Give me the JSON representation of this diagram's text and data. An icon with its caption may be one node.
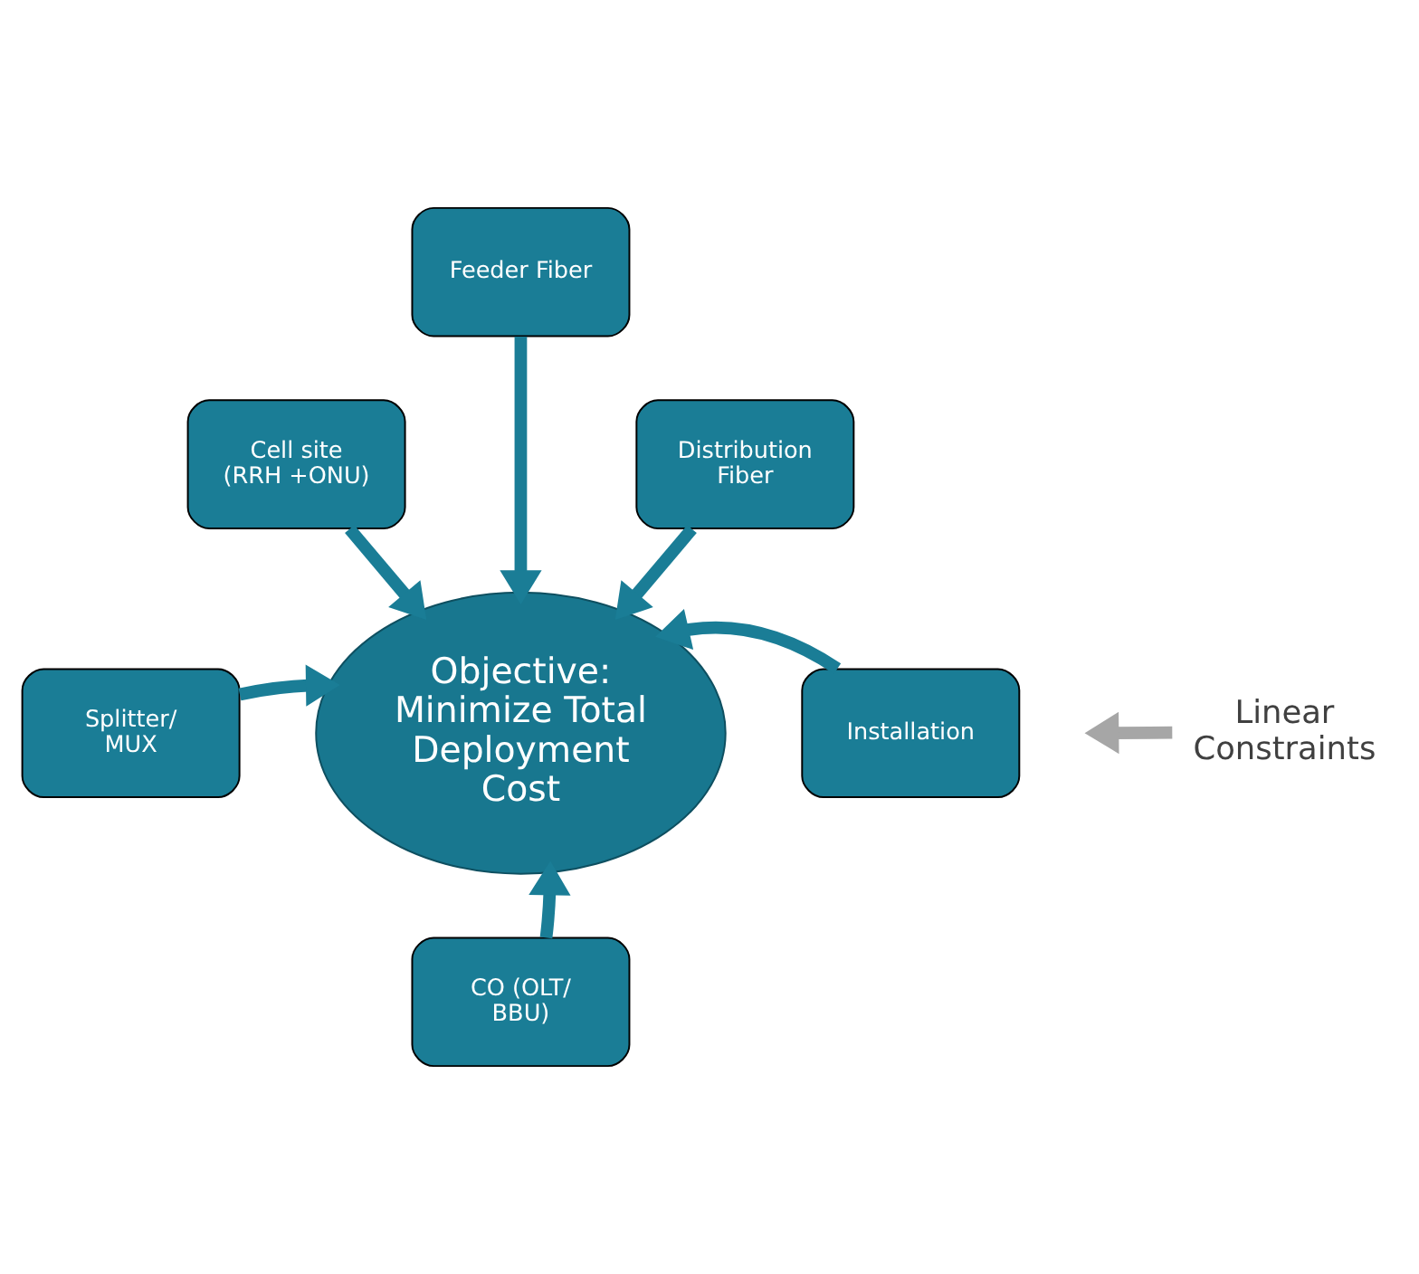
{
  "diagram": {
    "nodes": [
      {
        "text": [
          "Feeder Fiber"
        ]
      },
      {
        "text": [
          "Cell site (RRH +ONU)"
        ]
      },
      {
        "text": [
          "Distribution Fiber"
        ]
      },
      {
        "text": [
          "Objective: Minimize Total Deployment Cost"
        ]
      },
      {
        "text": [
          "Splitter/ MUX"
        ]
      },
      {
        "text": [
          "Installation"
        ]
      },
      {
        "text": [
          "CO (OLT/ BBU)"
        ]
      },
      {
        "text": [
          "Linear Constraints"
        ]
      }
    ],
    "edges": [
      {
        "from": 0,
        "to": 3,
        "arrow": "to"
      },
      {
        "from": 1,
        "to": 3,
        "arrow": "to"
      },
      {
        "from": 2,
        "to": 3,
        "arrow": "to"
      },
      {
        "from": 4,
        "to": 3,
        "arrow": "to"
      },
      {
        "from": 5,
        "to": 3,
        "arrow": "to"
      },
      {
        "from": 6,
        "to": 3,
        "arrow": "to"
      },
      {
        "from": 7,
        "to": null,
        "arrow": "to",
        "color": "#a6a6a6"
      }
    ]
  }
}
